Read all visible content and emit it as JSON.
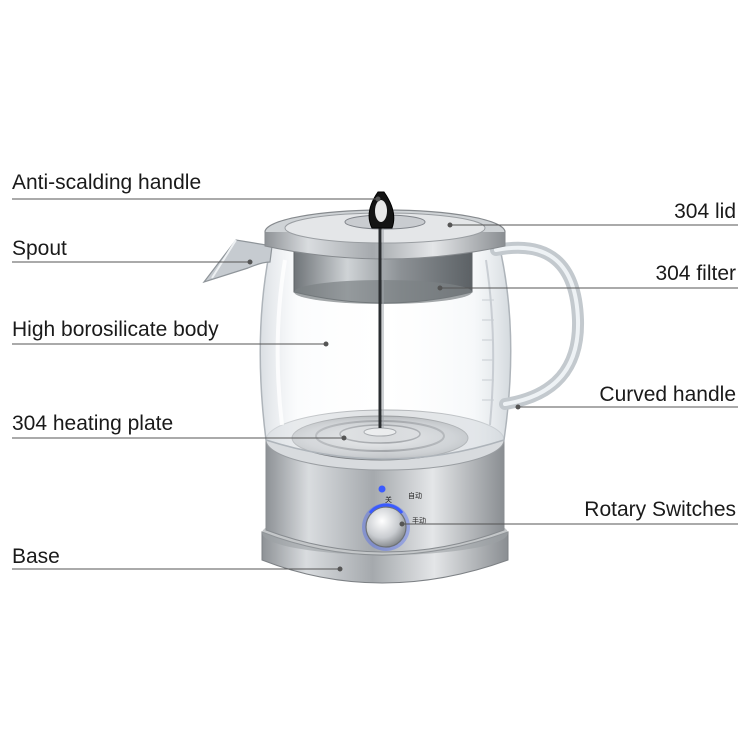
{
  "labels": {
    "anti_scalding_handle": "Anti-scalding handle",
    "spout": "Spout",
    "body": "High borosilicate body",
    "heating_plate": "304 heating plate",
    "base": "Base",
    "lid": "304 lid",
    "filter": "304 filter",
    "curved_handle": "Curved handle",
    "rotary_switches": "Rotary Switches"
  },
  "knob_marks": {
    "off": "关",
    "auto": "自动",
    "manual": "手动"
  },
  "colors": {
    "leader_line": "#555555",
    "text": "#1a1a1a",
    "steel": "#b9bcc0",
    "glass": "#e9eef3",
    "indicator": "#3b5bff"
  }
}
